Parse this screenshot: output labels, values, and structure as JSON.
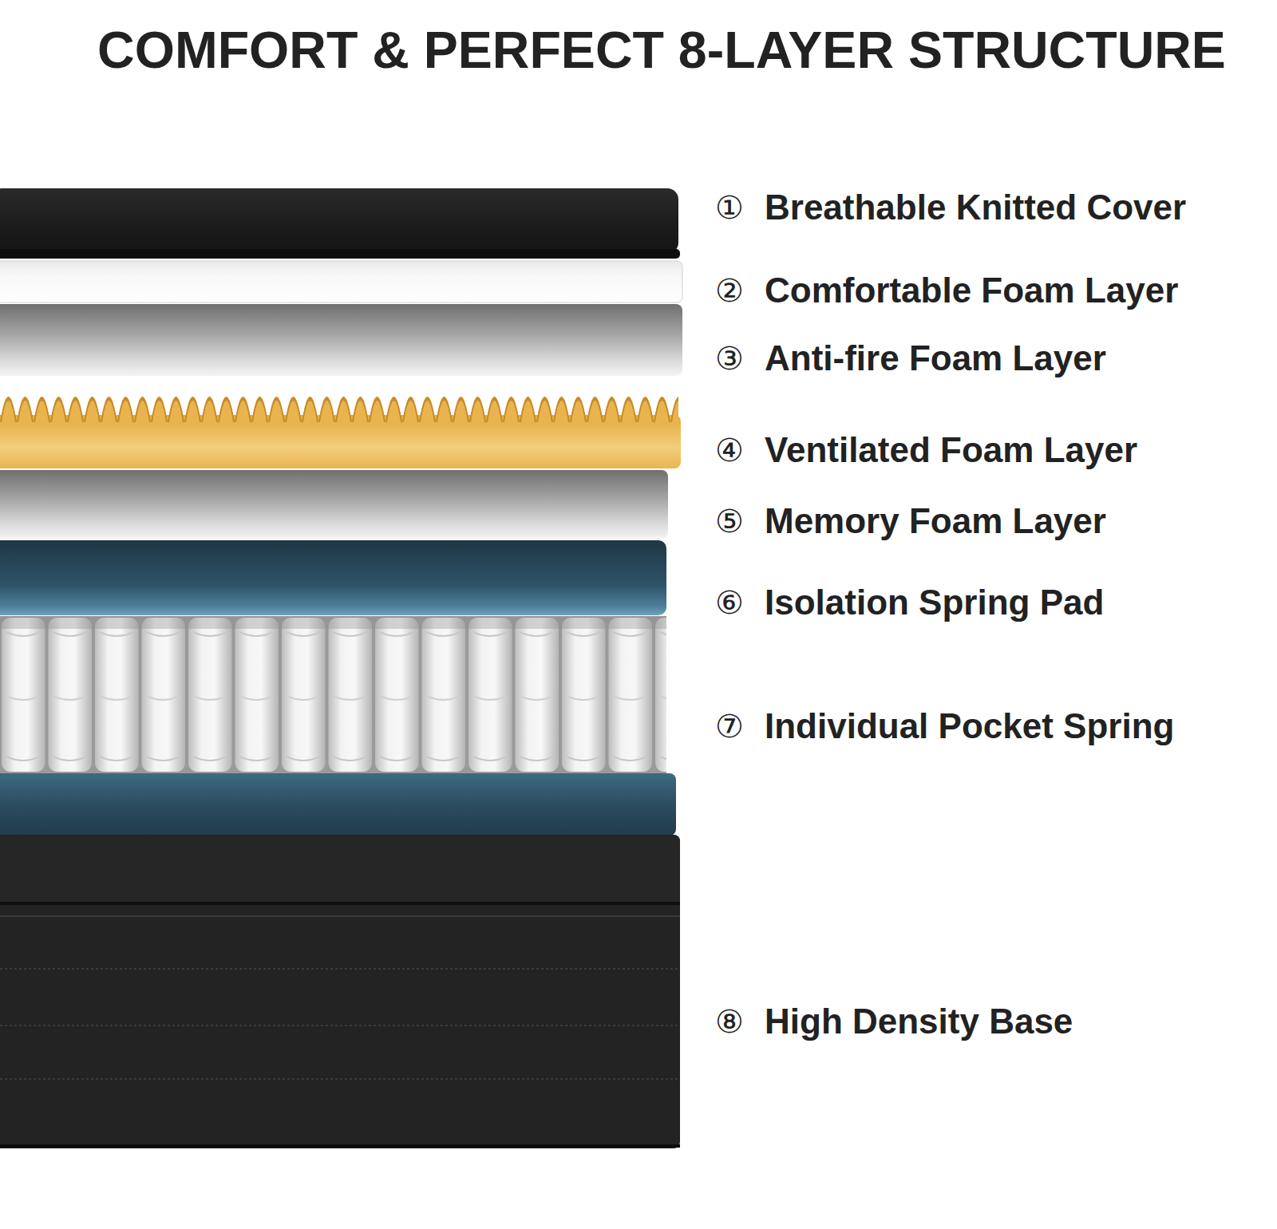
{
  "diagram": {
    "title": "COMFORT & PERFECT 8-LAYER STRUCTURE",
    "labels": [
      "①",
      "Breathable Knitted Cover",
      "②",
      "Comfortable Foam Layer",
      "③",
      "Anti-fire Foam Layer",
      "④",
      "Ventilated Foam Layer",
      "⑤",
      "Memory Foam Layer",
      "⑥",
      "Isolation Spring Pad",
      "⑦",
      "Individual Pocket Spring",
      "⑧",
      "High Density Base"
    ]
  }
}
